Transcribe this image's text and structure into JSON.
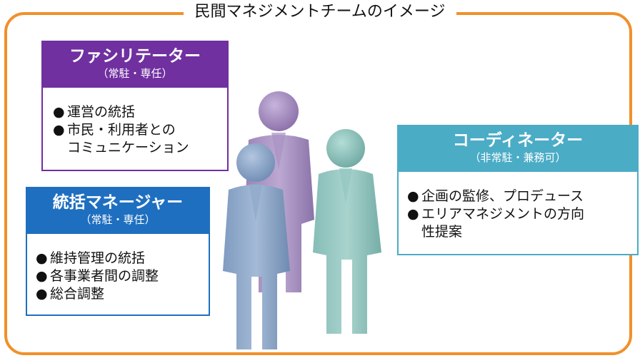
{
  "title": "民間マネジメントチームのイメージ",
  "colors": {
    "frame": "#f0902a",
    "facilitator": "#7030a0",
    "manager": "#1f6fc0",
    "coordinator": "#4bacc6"
  },
  "roles": {
    "facilitator": {
      "name": "ファシリテーター",
      "sub": "（常駐・専任）",
      "items": [
        "運営の統括",
        "市民・利用者との",
        "コミュニケーション"
      ]
    },
    "manager": {
      "name": "統括マネージャー",
      "sub": "（常駐・専任）",
      "items": [
        "維持管理の統括",
        "各事業者間の調整",
        "総合調整"
      ]
    },
    "coordinator": {
      "name": "コーディネーター",
      "sub": "（非常駐・兼務可）",
      "items": [
        "企画の監修、プロデュース",
        "エリアマネジメントの方向",
        "性提案"
      ]
    }
  },
  "bullet": "●"
}
